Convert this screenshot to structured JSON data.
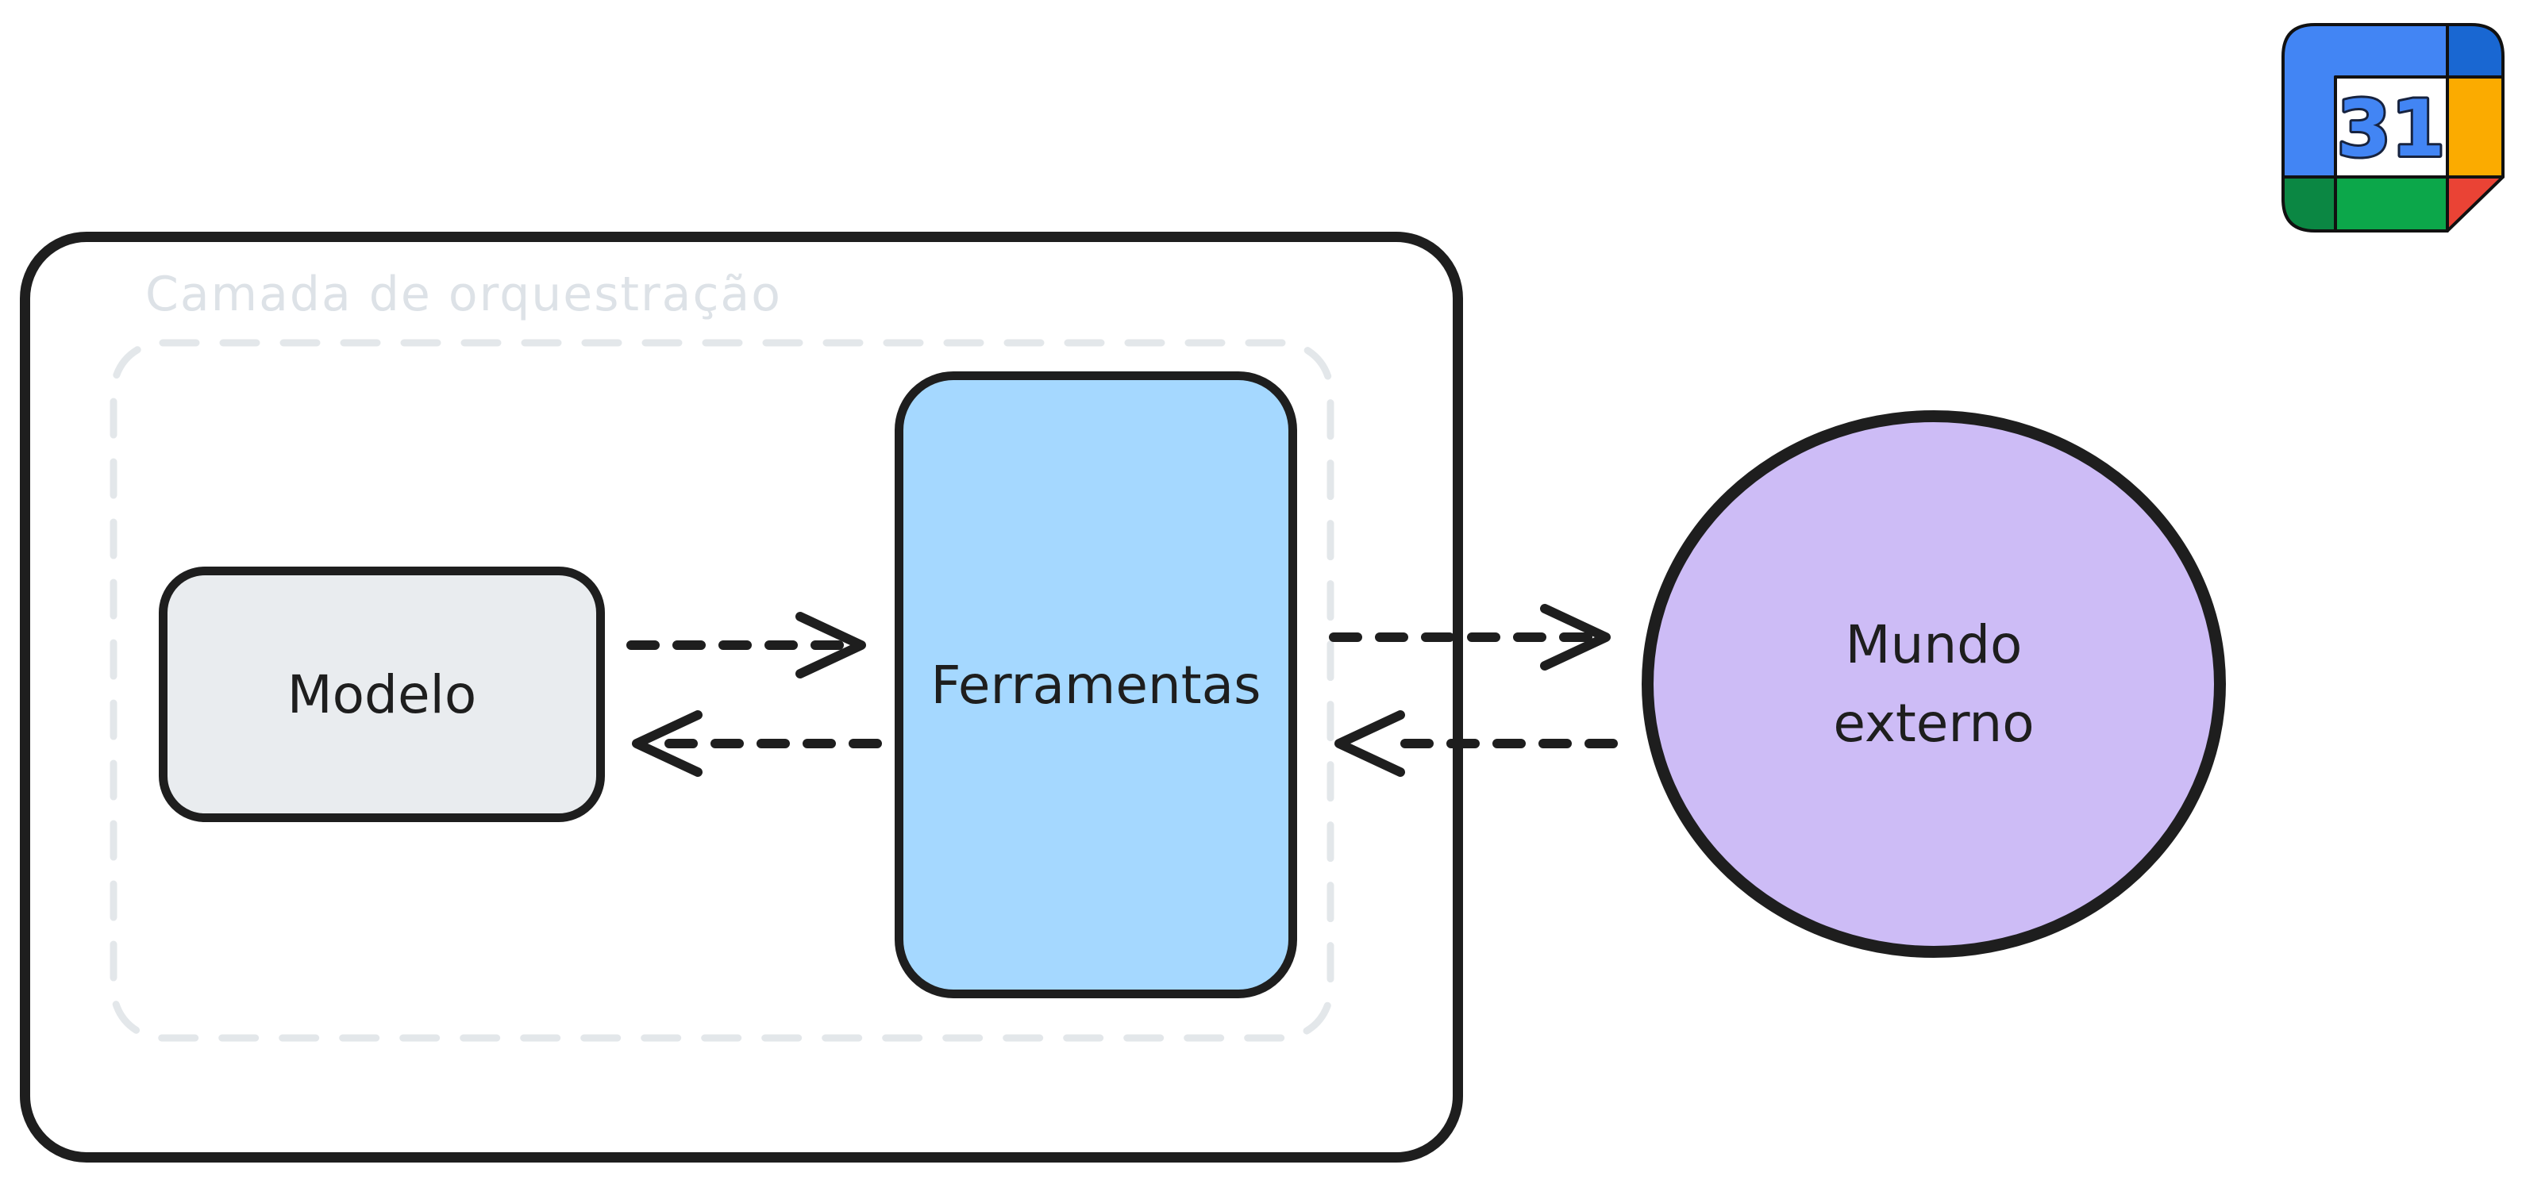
{
  "diagram": {
    "container_label": "Camada de orquestração",
    "nodes": {
      "modelo": {
        "label": "Modelo",
        "fill": "#e9ecef"
      },
      "ferramentas": {
        "label": "Ferramentas",
        "fill": "#a5d8ff"
      },
      "mundo_externo": {
        "label_line1": "Mundo",
        "label_line2": "externo",
        "fill": "#cdbcf6"
      }
    },
    "arrows": [
      {
        "name": "modelo-to-ferramentas",
        "direction": "right",
        "style": "dashed"
      },
      {
        "name": "ferramentas-to-modelo",
        "direction": "left",
        "style": "dashed"
      },
      {
        "name": "ferramentas-to-mundo-externo",
        "direction": "right",
        "style": "dashed"
      },
      {
        "name": "mundo-externo-to-ferramentas",
        "direction": "left",
        "style": "dashed"
      }
    ],
    "colors": {
      "stroke": "#1e1e1e",
      "muted_label": "#dde2e7",
      "dashed_boundary": "#e3e7ea",
      "background": "#ffffff"
    }
  },
  "calendar_icon": {
    "day": "31",
    "colors": {
      "blue": "#4285f4",
      "dark_blue": "#1967d2",
      "yellow": "#fbab00",
      "green": "#0ca74a",
      "dark_green": "#0b8743",
      "red": "#ea4335",
      "white": "#ffffff",
      "outline": "#111111",
      "day_text": "#4285f4"
    }
  }
}
